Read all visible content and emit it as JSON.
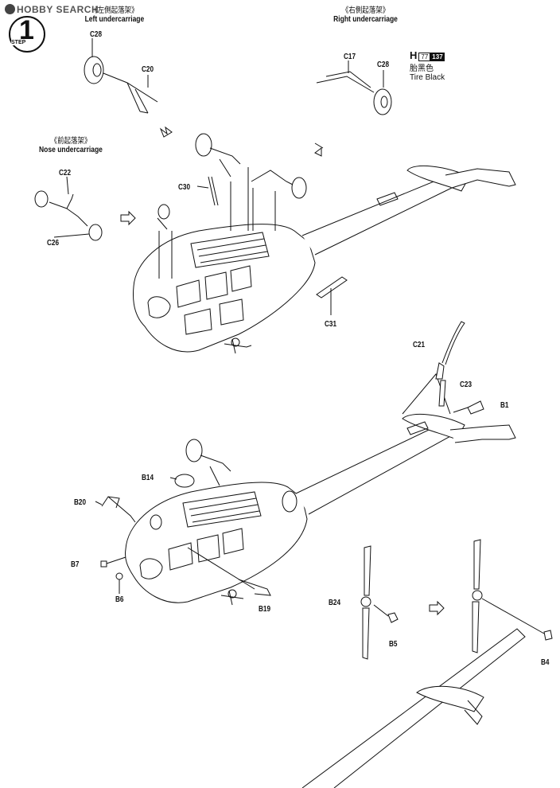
{
  "watermark": "HOBBY SEARCH",
  "step": {
    "number": "1",
    "word": "STEP"
  },
  "captions": {
    "left_cn": "《左側起落架》",
    "left_en": "Left undercarriage",
    "right_cn": "《右側起落架》",
    "right_en": "Right undercarriage",
    "nose_cn": "《前起落架》",
    "nose_en": "Nose undercarriage"
  },
  "paint": {
    "code": "H",
    "num1": "77",
    "num2": "137",
    "cn": "胎黑色",
    "en": "Tire Black"
  },
  "parts": {
    "c28_left": "C28",
    "c20": "C20",
    "c17": "C17",
    "c28_right": "C28",
    "c22": "C22",
    "c26": "C26",
    "c30": "C30",
    "c31": "C31",
    "c21": "C21",
    "c23": "C23",
    "b1": "B1",
    "b14": "B14",
    "b20": "B20",
    "b7": "B7",
    "b6": "B6",
    "b19": "B19",
    "b24": "B24",
    "b5": "B5",
    "b4": "B4"
  }
}
